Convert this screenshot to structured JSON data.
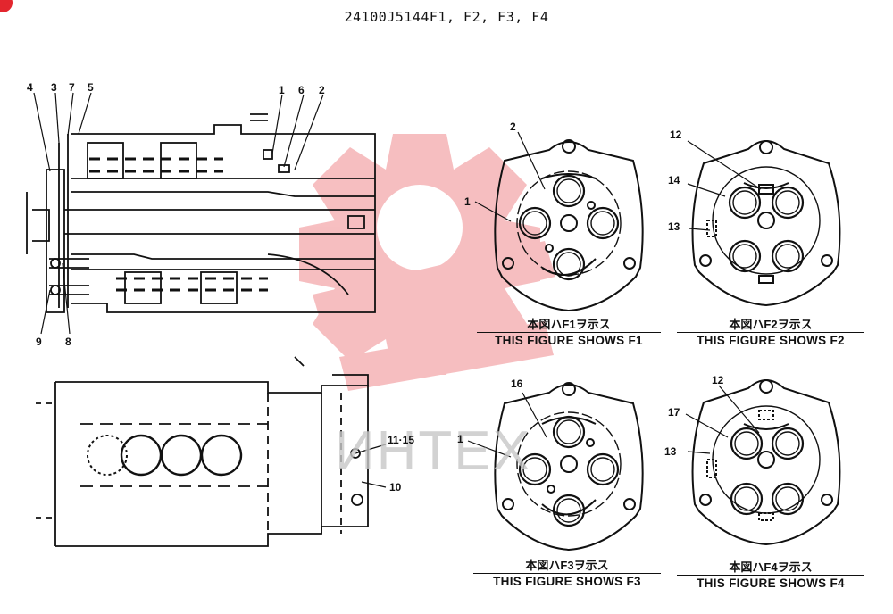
{
  "title": "24100J5144F1, F2, F3, F4",
  "watermark": {
    "text": "ИНТЕХ",
    "color": "#e8484e"
  },
  "colors": {
    "line": "#111111",
    "watermark_text": "#c8c8c8",
    "corner_badge": "#e3262e"
  },
  "callouts": {
    "c4": "4",
    "c3": "3",
    "c7": "7",
    "c5": "5",
    "c1": "1",
    "c6": "6",
    "c2": "2",
    "c9": "9",
    "c8": "8",
    "c11_15": "11·15",
    "c10": "10",
    "f1_2": "2",
    "f1_1": "1",
    "f2_12": "12",
    "f2_14": "14",
    "f2_13": "13",
    "f3_16": "16",
    "f3_1": "1",
    "f4_12": "12",
    "f4_17": "17",
    "f4_13": "13"
  },
  "captions": {
    "f1": {
      "jp": "本図ハF1ヲ示ス",
      "en": "THIS FIGURE SHOWS  F1"
    },
    "f2": {
      "jp": "本図ハF2ヲ示ス",
      "en": "THIS FIGURE SHOWS  F2"
    },
    "f3": {
      "jp": "本図ハF3ヲ示ス",
      "en": "THIS FIGURE SHOWS  F3"
    },
    "f4": {
      "jp": "本図ハF4ヲ示ス",
      "en": "THIS FIGURE SHOWS  F4"
    }
  }
}
